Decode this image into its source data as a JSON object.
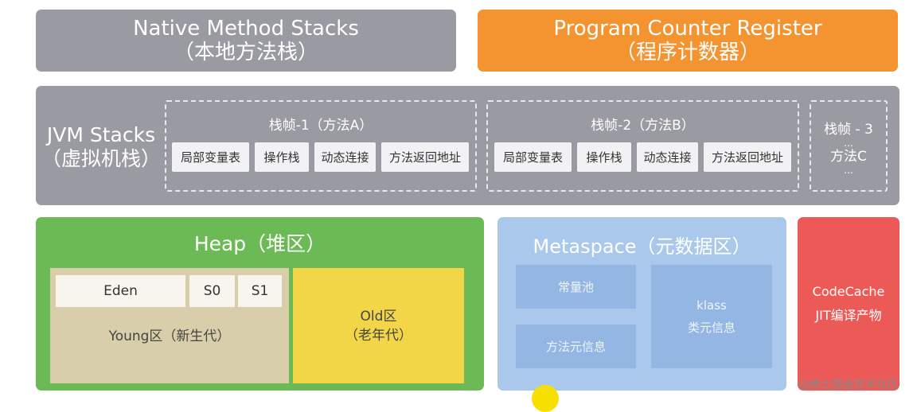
{
  "native": {
    "title": "Native Method Stacks",
    "subtitle": "（本地方法栈）"
  },
  "pcr": {
    "title": "Program Counter Register",
    "subtitle": "（程序计数器）"
  },
  "jvm": {
    "title": "JVM Stacks",
    "subtitle": "（虚拟机栈）",
    "frames": [
      {
        "title": "栈帧-1（方法A）",
        "cells": [
          "局部变量表",
          "操作栈",
          "动态连接",
          "方法返回地址"
        ]
      },
      {
        "title": "栈帧-2（方法B）",
        "cells": [
          "局部变量表",
          "操作栈",
          "动态连接",
          "方法返回地址"
        ]
      }
    ],
    "frame3": {
      "title": "栈帧 - 3",
      "dots_top": "...",
      "method": "方法C",
      "dots_bottom": "..."
    }
  },
  "heap": {
    "title": "Heap（堆区）",
    "eden": "Eden",
    "s0": "S0",
    "s1": "S1",
    "young": "Young区（新生代）",
    "old_line1": "Old区",
    "old_line2": "（老年代）"
  },
  "meta": {
    "title": "Metaspace（元数据区）",
    "const_pool": "常量池",
    "method_info": "方法元信息",
    "klass": "klass",
    "class_info": "类元信息"
  },
  "codecache": {
    "line1": "CodeCache",
    "line2": "JIT编译产物"
  },
  "watermark": "@稀土掘金技术社区"
}
